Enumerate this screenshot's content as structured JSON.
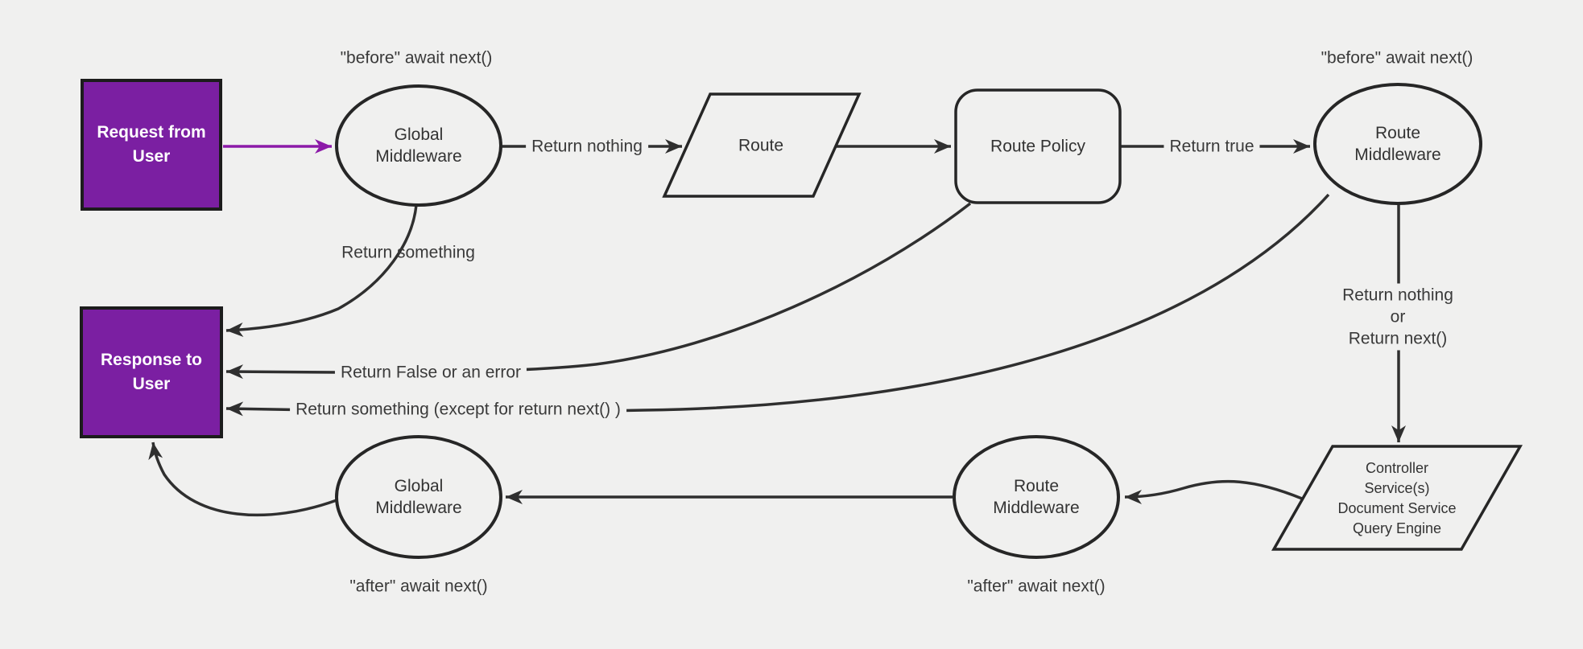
{
  "title": "Middleware request and response flow diagram",
  "colors": {
    "background": "#f0f0ef",
    "purple_fill": "#7b1fa2",
    "purple_arrow": "#8c1aa8",
    "stroke": "#2f2f2f",
    "text": "#3a3a3a"
  },
  "nodes": {
    "request": "Request from\nUser",
    "response": "Response to\nUser",
    "global_middleware_top": "Global\nMiddleware",
    "route": "Route",
    "route_policy": "Route Policy",
    "route_middleware_top": "Route\nMiddleware",
    "controller": "Controller\nService(s)\nDocument Service\nQuery Engine",
    "route_middleware_bottom": "Route\nMiddleware",
    "global_middleware_bottom": "Global\nMiddleware"
  },
  "edges": {
    "return_nothing": "Return nothing",
    "return_true": "Return true",
    "return_something": "Return something",
    "return_false": "Return False or an error",
    "return_something_except": "Return something (except for return next() )",
    "return_nothing_or_next": "Return nothing\nor\nReturn next()"
  },
  "annotations": {
    "before_global": "\"before\" await next()",
    "before_route": "\"before\" await next()",
    "after_global": "\"after\" await next()",
    "after_route": "\"after\" await next()"
  }
}
